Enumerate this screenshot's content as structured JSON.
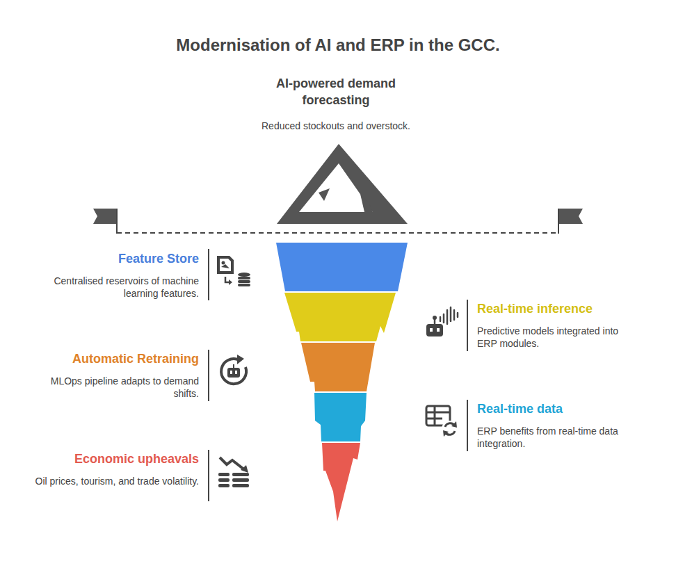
{
  "diagram": {
    "title": "Modernisation of AI and ERP in the GCC.",
    "nodes": [
      {
        "text": [
          "AI-powered demand forecasting",
          "Reduced stockouts and overstock."
        ]
      },
      {
        "text": [
          "Feature Store",
          "Centralised reservoirs of machine learning features."
        ]
      },
      {
        "text": [
          "Real-time inference",
          "Predictive models integrated into ERP modules."
        ]
      },
      {
        "text": [
          "Automatic Retraining",
          "MLOps pipeline adapts to demand shifts."
        ]
      },
      {
        "text": [
          "Real-time data",
          "ERP benefits from real-time data integration."
        ]
      },
      {
        "text": [
          "Economic upheavals",
          "Oil prices, tourism, and trade volatility."
        ]
      }
    ]
  }
}
